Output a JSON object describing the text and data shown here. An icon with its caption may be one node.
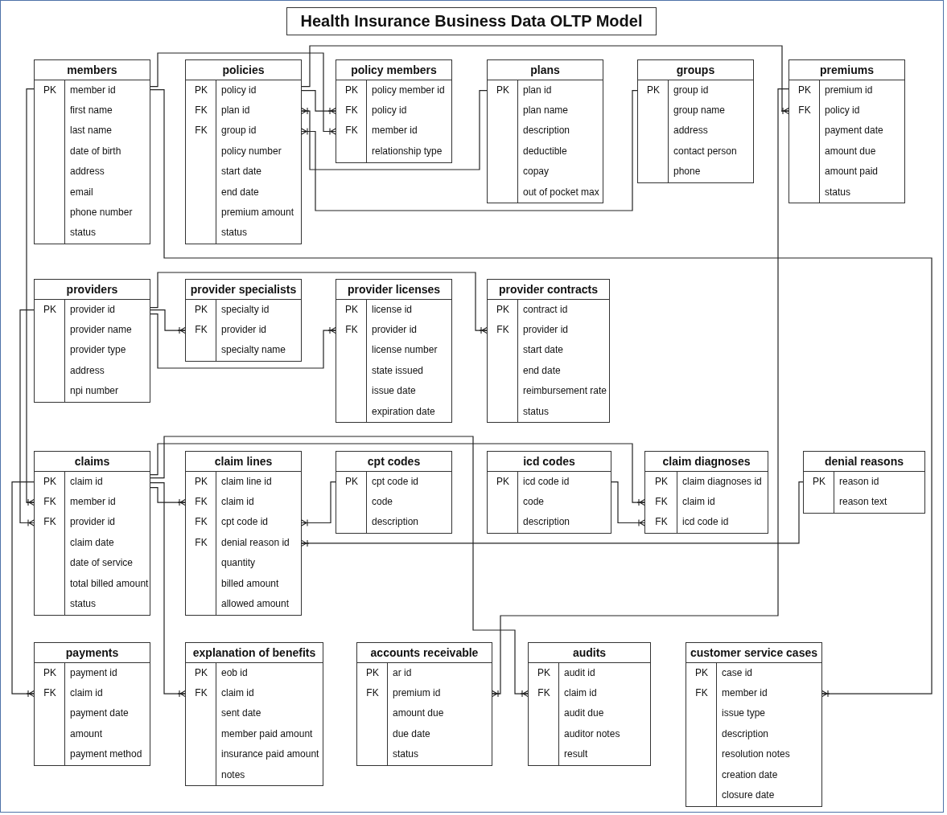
{
  "diagram": {
    "title": "Health Insurance Business Data OLTP Model",
    "nodes": [
      {
        "text": [
          "members"
        ]
      },
      {
        "text": [
          "PK",
          "member id"
        ],
        "in": 0
      },
      {
        "text": [
          "first name"
        ],
        "in": 0
      },
      {
        "text": [
          "last name"
        ],
        "in": 0
      },
      {
        "text": [
          "date of birth"
        ],
        "in": 0
      },
      {
        "text": [
          "address"
        ],
        "in": 0
      },
      {
        "text": [
          "email"
        ],
        "in": 0
      },
      {
        "text": [
          "phone number"
        ],
        "in": 0
      },
      {
        "text": [
          "status"
        ],
        "in": 0
      },
      {
        "text": [
          "policies"
        ]
      },
      {
        "text": [
          "PK",
          "policy id"
        ],
        "in": 9
      },
      {
        "text": [
          "FK",
          "plan id"
        ],
        "in": 9
      },
      {
        "text": [
          "FK",
          "group id"
        ],
        "in": 9
      },
      {
        "text": [
          "policy number"
        ],
        "in": 9
      },
      {
        "text": [
          "start date"
        ],
        "in": 9
      },
      {
        "text": [
          "end date"
        ],
        "in": 9
      },
      {
        "text": [
          "premium amount"
        ],
        "in": 9
      },
      {
        "text": [
          "status"
        ],
        "in": 9
      },
      {
        "text": [
          "policy members"
        ]
      },
      {
        "text": [
          "PK",
          "policy member id"
        ],
        "in": 18
      },
      {
        "text": [
          "FK",
          "policy id"
        ],
        "in": 18
      },
      {
        "text": [
          "FK",
          "member id"
        ],
        "in": 18
      },
      {
        "text": [
          "relationship type"
        ],
        "in": 18
      },
      {
        "text": [
          "plans"
        ]
      },
      {
        "text": [
          "PK",
          "plan id"
        ],
        "in": 23
      },
      {
        "text": [
          "plan name"
        ],
        "in": 23
      },
      {
        "text": [
          "description"
        ],
        "in": 23
      },
      {
        "text": [
          "deductible"
        ],
        "in": 23
      },
      {
        "text": [
          "copay"
        ],
        "in": 23
      },
      {
        "text": [
          "out of pocket max"
        ],
        "in": 23
      },
      {
        "text": [
          "groups"
        ]
      },
      {
        "text": [
          "PK",
          "group id"
        ],
        "in": 30
      },
      {
        "text": [
          "group name"
        ],
        "in": 30
      },
      {
        "text": [
          "address"
        ],
        "in": 30
      },
      {
        "text": [
          "contact person"
        ],
        "in": 30
      },
      {
        "text": [
          "phone"
        ],
        "in": 30
      },
      {
        "text": [
          "premiums"
        ]
      },
      {
        "text": [
          "PK",
          "premium id"
        ],
        "in": 36
      },
      {
        "text": [
          "FK",
          "policy id"
        ],
        "in": 36
      },
      {
        "text": [
          "payment date"
        ],
        "in": 36
      },
      {
        "text": [
          "amount due"
        ],
        "in": 36
      },
      {
        "text": [
          "amount paid"
        ],
        "in": 36
      },
      {
        "text": [
          "status"
        ],
        "in": 36
      },
      {
        "text": [
          "providers"
        ]
      },
      {
        "text": [
          "PK",
          "provider id"
        ],
        "in": 43
      },
      {
        "text": [
          "provider name"
        ],
        "in": 43
      },
      {
        "text": [
          "provider type"
        ],
        "in": 43
      },
      {
        "text": [
          "address"
        ],
        "in": 43
      },
      {
        "text": [
          "npi number"
        ],
        "in": 43
      },
      {
        "text": [
          "provider specialists"
        ]
      },
      {
        "text": [
          "PK",
          "specialty id"
        ],
        "in": 49
      },
      {
        "text": [
          "FK",
          "provider id"
        ],
        "in": 49
      },
      {
        "text": [
          "specialty name"
        ],
        "in": 49
      },
      {
        "text": [
          "provider licenses"
        ]
      },
      {
        "text": [
          "PK",
          "license id"
        ],
        "in": 53
      },
      {
        "text": [
          "FK",
          "provider id"
        ],
        "in": 53
      },
      {
        "text": [
          "license number"
        ],
        "in": 53
      },
      {
        "text": [
          "state issued"
        ],
        "in": 53
      },
      {
        "text": [
          "issue date"
        ],
        "in": 53
      },
      {
        "text": [
          "expiration date"
        ],
        "in": 53
      },
      {
        "text": [
          "provider contracts"
        ]
      },
      {
        "text": [
          "PK",
          "contract id"
        ],
        "in": 60
      },
      {
        "text": [
          "FK",
          "provider id"
        ],
        "in": 60
      },
      {
        "text": [
          "start date"
        ],
        "in": 60
      },
      {
        "text": [
          "end date"
        ],
        "in": 60
      },
      {
        "text": [
          "reimbursement rate"
        ],
        "in": 60
      },
      {
        "text": [
          "status"
        ],
        "in": 60
      },
      {
        "text": [
          "claims"
        ]
      },
      {
        "text": [
          "PK",
          "claim id"
        ],
        "in": 67
      },
      {
        "text": [
          "FK",
          "member id"
        ],
        "in": 67
      },
      {
        "text": [
          "FK",
          "provider id"
        ],
        "in": 67
      },
      {
        "text": [
          "claim date"
        ],
        "in": 67
      },
      {
        "text": [
          "date of service"
        ],
        "in": 67
      },
      {
        "text": [
          "total billed amount"
        ],
        "in": 67
      },
      {
        "text": [
          "status"
        ],
        "in": 67
      },
      {
        "text": [
          "claim lines"
        ]
      },
      {
        "text": [
          "PK",
          "claim line id"
        ],
        "in": 75
      },
      {
        "text": [
          "FK",
          "claim id"
        ],
        "in": 75
      },
      {
        "text": [
          "FK",
          "cpt code id"
        ],
        "in": 75
      },
      {
        "text": [
          "FK",
          "denial reason id"
        ],
        "in": 75
      },
      {
        "text": [
          "quantity"
        ],
        "in": 75
      },
      {
        "text": [
          "billed amount"
        ],
        "in": 75
      },
      {
        "text": [
          "allowed amount"
        ],
        "in": 75
      },
      {
        "text": [
          "cpt codes"
        ]
      },
      {
        "text": [
          "PK",
          "cpt code id"
        ],
        "in": 83
      },
      {
        "text": [
          "code"
        ],
        "in": 83
      },
      {
        "text": [
          "description"
        ],
        "in": 83
      },
      {
        "text": [
          "icd codes"
        ]
      },
      {
        "text": [
          "PK",
          "icd code id"
        ],
        "in": 87
      },
      {
        "text": [
          "code"
        ],
        "in": 87
      },
      {
        "text": [
          "description"
        ],
        "in": 87
      },
      {
        "text": [
          "claim diagnoses"
        ]
      },
      {
        "text": [
          "PK",
          "claim diagnoses id"
        ],
        "in": 91
      },
      {
        "text": [
          "FK",
          "claim id"
        ],
        "in": 91
      },
      {
        "text": [
          "FK",
          "icd code id"
        ],
        "in": 91
      },
      {
        "text": [
          "denial reasons"
        ]
      },
      {
        "text": [
          "PK",
          "reason id"
        ],
        "in": 95
      },
      {
        "text": [
          "reason text"
        ],
        "in": 95
      },
      {
        "text": [
          "payments"
        ]
      },
      {
        "text": [
          "PK",
          "payment id"
        ],
        "in": 98
      },
      {
        "text": [
          "FK",
          "claim id"
        ],
        "in": 98
      },
      {
        "text": [
          "payment date"
        ],
        "in": 98
      },
      {
        "text": [
          "amount"
        ],
        "in": 98
      },
      {
        "text": [
          "payment method"
        ],
        "in": 98
      },
      {
        "text": [
          "explanation of benefits"
        ]
      },
      {
        "text": [
          "PK",
          "eob id"
        ],
        "in": 104
      },
      {
        "text": [
          "FK",
          "claim id"
        ],
        "in": 104
      },
      {
        "text": [
          "sent date"
        ],
        "in": 104
      },
      {
        "text": [
          "member paid amount"
        ],
        "in": 104
      },
      {
        "text": [
          "insurance paid amount"
        ],
        "in": 104
      },
      {
        "text": [
          "notes"
        ],
        "in": 104
      },
      {
        "text": [
          "accounts receivable"
        ]
      },
      {
        "text": [
          "PK",
          "ar id"
        ],
        "in": 111
      },
      {
        "text": [
          "FK",
          "premium id"
        ],
        "in": 111
      },
      {
        "text": [
          "amount due"
        ],
        "in": 111
      },
      {
        "text": [
          "due date"
        ],
        "in": 111
      },
      {
        "text": [
          "status"
        ],
        "in": 111
      },
      {
        "text": [
          "audits"
        ]
      },
      {
        "text": [
          "PK",
          "audit id"
        ],
        "in": 117
      },
      {
        "text": [
          "FK",
          "claim id"
        ],
        "in": 117
      },
      {
        "text": [
          "audit due"
        ],
        "in": 117
      },
      {
        "text": [
          "auditor notes"
        ],
        "in": 117
      },
      {
        "text": [
          "result"
        ],
        "in": 117
      },
      {
        "text": [
          "customer service cases"
        ]
      },
      {
        "text": [
          "PK",
          "case id"
        ],
        "in": 123
      },
      {
        "text": [
          "FK",
          "member id"
        ],
        "in": 123
      },
      {
        "text": [
          "issue type"
        ],
        "in": 123
      },
      {
        "text": [
          "description"
        ],
        "in": 123
      },
      {
        "text": [
          "resolution notes"
        ],
        "in": 123
      },
      {
        "text": [
          "creation date"
        ],
        "in": 123
      },
      {
        "text": [
          "closure date"
        ],
        "in": 123
      }
    ],
    "edges": [
      {
        "from": 1,
        "to": 21,
        "arrow": "other"
      },
      {
        "from": 10,
        "to": 20,
        "arrow": "other"
      },
      {
        "from": 10,
        "to": 38,
        "arrow": "other"
      },
      {
        "from": 24,
        "to": 11,
        "arrow": "other"
      },
      {
        "from": 31,
        "to": 12,
        "arrow": "other"
      },
      {
        "from": 1,
        "to": 69,
        "arrow": "other"
      },
      {
        "from": 1,
        "to": 125,
        "arrow": "other"
      },
      {
        "from": 44,
        "to": 70,
        "arrow": "other"
      },
      {
        "from": 44,
        "to": 51,
        "arrow": "other"
      },
      {
        "from": 44,
        "to": 55,
        "arrow": "other"
      },
      {
        "from": 44,
        "to": 62,
        "arrow": "other"
      },
      {
        "from": 68,
        "to": 77,
        "arrow": "other"
      },
      {
        "from": 68,
        "to": 93,
        "arrow": "other"
      },
      {
        "from": 68,
        "to": 119,
        "arrow": "other"
      },
      {
        "from": 68,
        "to": 106,
        "arrow": "other"
      },
      {
        "from": 68,
        "to": 100,
        "arrow": "other"
      },
      {
        "from": 84,
        "to": 78,
        "arrow": "other"
      },
      {
        "from": 96,
        "to": 79,
        "arrow": "other"
      },
      {
        "from": 88,
        "to": 94,
        "arrow": "other"
      },
      {
        "from": 37,
        "to": 113,
        "arrow": "other"
      }
    ]
  }
}
